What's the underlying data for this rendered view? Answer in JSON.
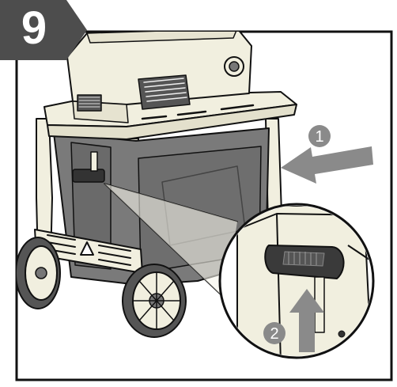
{
  "step": {
    "number": "9"
  },
  "callouts": [
    {
      "number": "1",
      "meaning": "push"
    },
    {
      "number": "2",
      "meaning": "lift"
    }
  ],
  "colors": {
    "badge_fill": "#4d4d4d",
    "frame_stroke": "#111111",
    "device_cream": "#f1efdf",
    "bin_gray": "#777777",
    "arrow_gray": "#8a8a8a"
  },
  "icons": [
    "step-badge",
    "push-arrow-icon",
    "lift-arrow-icon",
    "warning-triangle-icon",
    "magnifier-circle"
  ]
}
